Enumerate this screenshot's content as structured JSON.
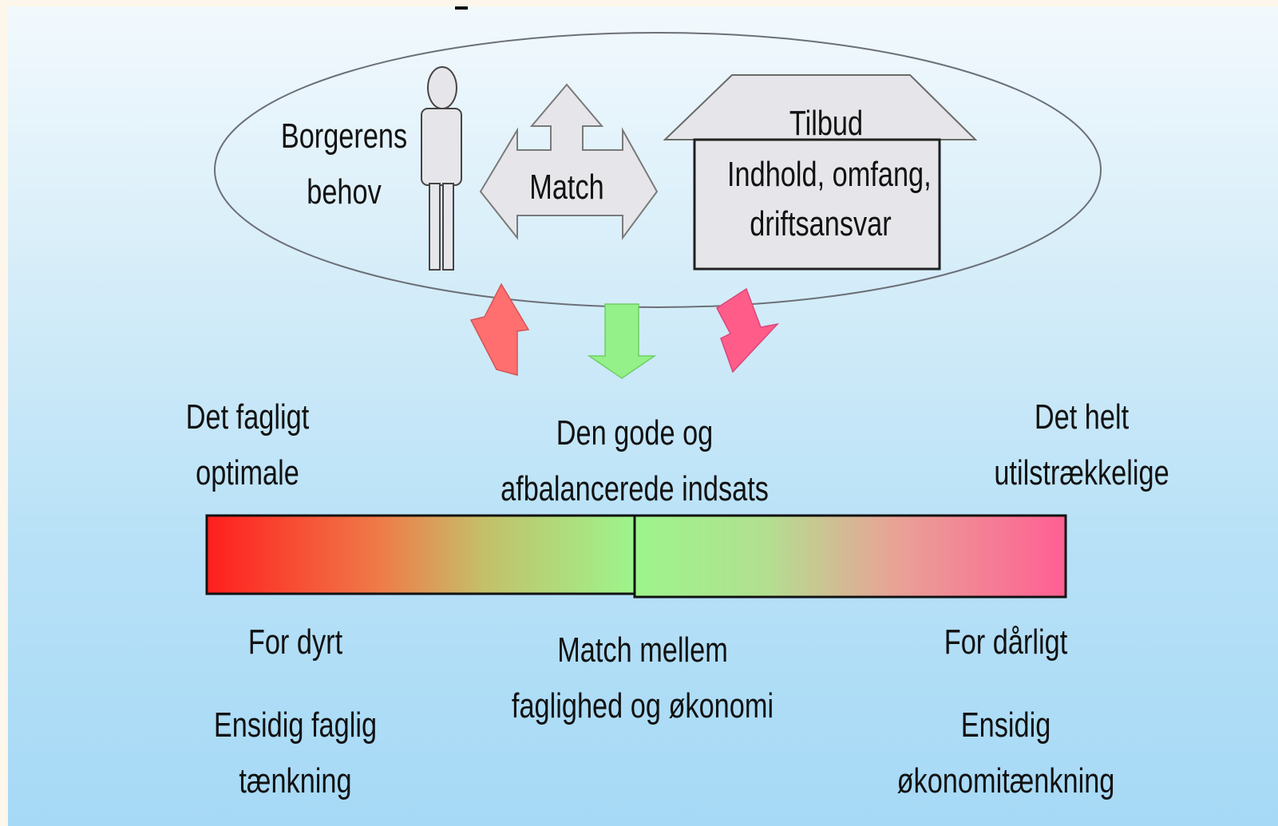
{
  "top": {
    "needs_label": [
      "Borgerens",
      "behov"
    ],
    "match_label": "Match",
    "offer_title": "Tilbud",
    "offer_body": [
      "Indhold, omfang,",
      "driftsansvar"
    ]
  },
  "scale": {
    "left_top": [
      "Det fagligt",
      "optimale"
    ],
    "center_top": [
      "Den gode og",
      "afbalancerede indsats"
    ],
    "right_top": [
      "Det helt",
      "utilstrækkelige"
    ],
    "left_bottom_1": "For dyrt",
    "left_bottom_2": [
      "Ensidig faglig",
      "tænkning"
    ],
    "center_bottom": [
      "Match mellem",
      "faglighed og økonomi"
    ],
    "right_bottom_1": "For dårligt",
    "right_bottom_2": [
      "Ensidig",
      "økonomitænkning"
    ]
  },
  "colors": {
    "red": "#ff2a2a",
    "green": "#9cf58c",
    "pink": "#ff6699",
    "arrow_red": "#ff6f6f",
    "arrow_green": "#94f088",
    "arrow_pink": "#ff5c8a",
    "shape_fill": "#e6e6ea"
  }
}
